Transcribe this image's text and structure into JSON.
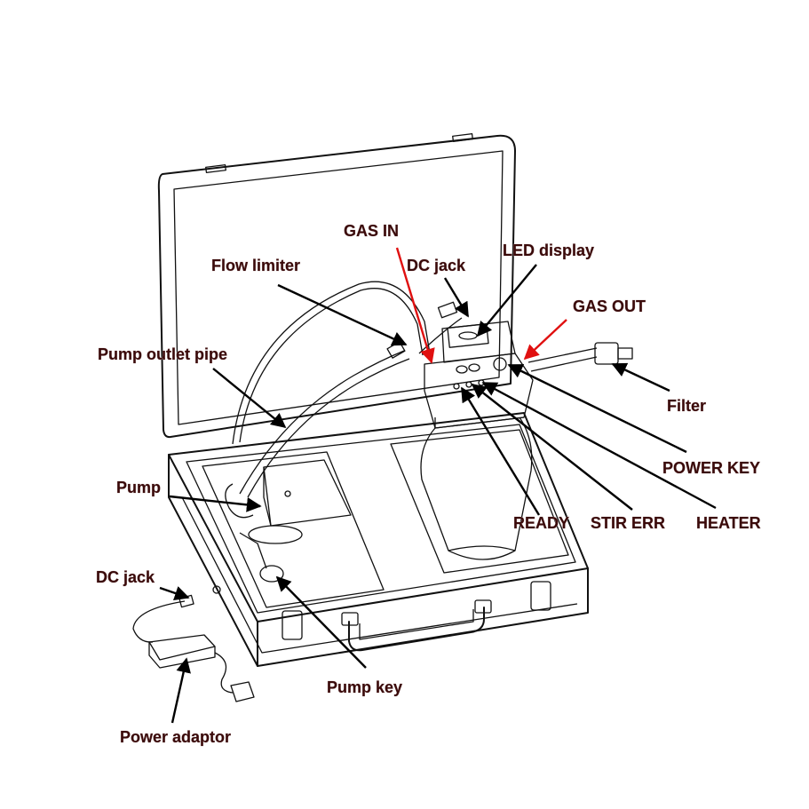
{
  "labels": {
    "gas_in": "GAS IN",
    "flow_limiter": "Flow limiter",
    "dc_jack_top": "DC jack",
    "led_display": "LED display",
    "gas_out": "GAS OUT",
    "pump_outlet_pipe": "Pump outlet pipe",
    "filter": "Filter",
    "power_key": "POWER KEY",
    "pump": "Pump",
    "ready": "READY",
    "stir_err": "STIR ERR",
    "heater": "HEATER",
    "dc_jack_bottom": "DC jack",
    "pump_key": "Pump key",
    "power_adaptor": "Power adaptor"
  },
  "colors": {
    "label_text": "#3a0a0a",
    "arrow_black": "#000000",
    "arrow_red": "#e01010",
    "line_art": "#111111"
  }
}
